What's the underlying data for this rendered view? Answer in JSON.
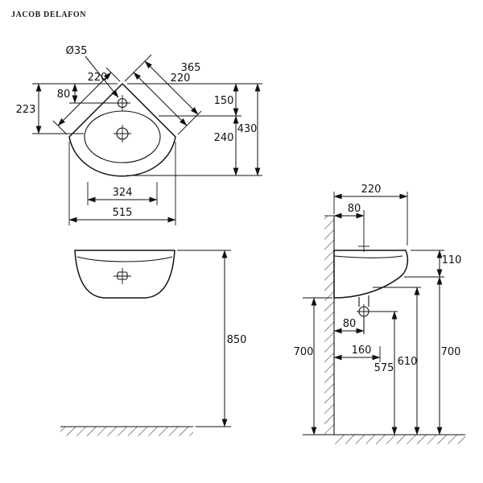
{
  "brand": "JACOB DELAFON",
  "plan": {
    "hole_diameter": "Ø35",
    "edge_left": "220",
    "edge_right": "220",
    "edge_total": "365",
    "tap_offset": "80",
    "bowl_center_offset": "223",
    "depth_upper": "150",
    "depth_lower": "240",
    "depth_total": "430",
    "bowl_width": "324",
    "overall_width": "515"
  },
  "front": {
    "mounting_height": "850"
  },
  "side": {
    "overall_depth": "220",
    "tap_to_wall": "80",
    "rim_height": "110",
    "underside_height": "700",
    "drain_to_wall": "80",
    "fixing_to_wall": "160",
    "drain_height": "575",
    "fixing_height": "610",
    "rim_underside_height": "700"
  },
  "colors": {
    "line": "#111111",
    "background": "#ffffff"
  }
}
